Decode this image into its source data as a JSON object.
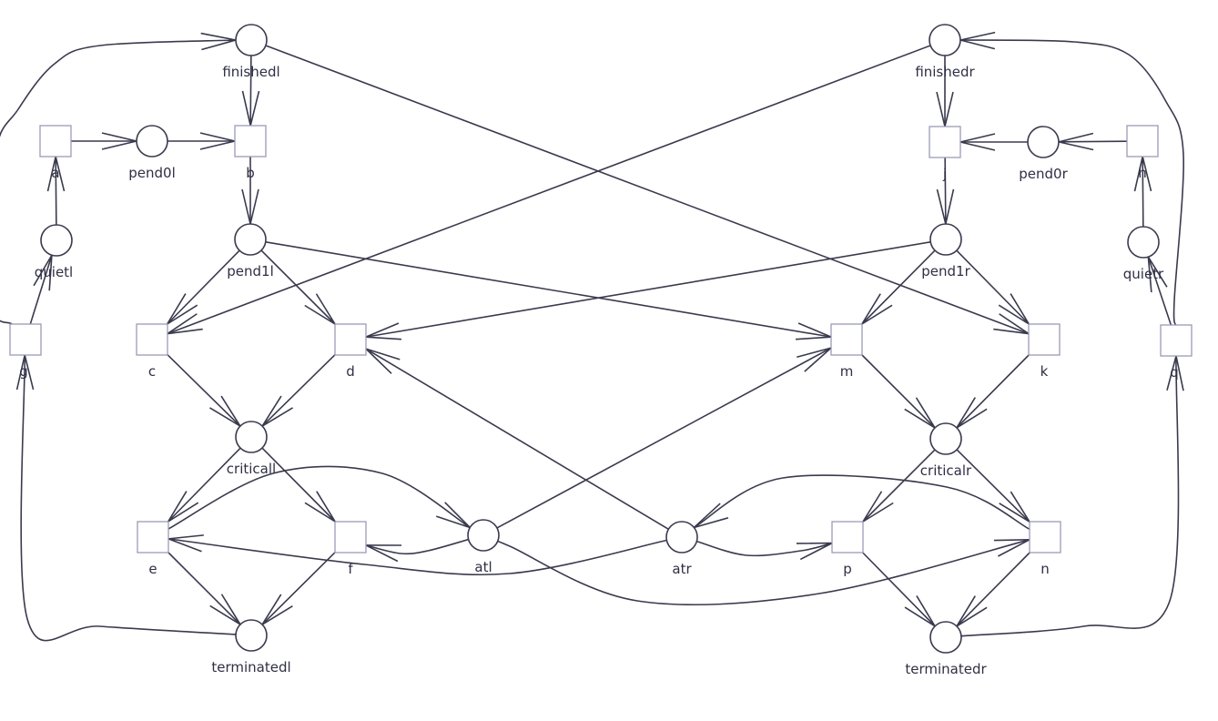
{
  "diagram": {
    "places": [
      {
        "id": "finishedl",
        "label": "finishedl"
      },
      {
        "id": "pend0l",
        "label": "pend0l"
      },
      {
        "id": "quietl",
        "label": "quietl"
      },
      {
        "id": "pend1l",
        "label": "pend1l"
      },
      {
        "id": "criticall",
        "label": "criticall"
      },
      {
        "id": "terminatedl",
        "label": "terminatedl"
      },
      {
        "id": "atl",
        "label": "atl"
      },
      {
        "id": "atr",
        "label": "atr"
      },
      {
        "id": "finishedr",
        "label": "finishedr"
      },
      {
        "id": "pend0r",
        "label": "pend0r"
      },
      {
        "id": "quietr",
        "label": "quietr"
      },
      {
        "id": "pend1r",
        "label": "pend1r"
      },
      {
        "id": "criticalr",
        "label": "criticalr"
      },
      {
        "id": "terminatedr",
        "label": "terminatedr"
      }
    ],
    "transitions": [
      {
        "id": "a",
        "label": "a"
      },
      {
        "id": "b",
        "label": "b"
      },
      {
        "id": "g",
        "label": "g"
      },
      {
        "id": "c",
        "label": "c"
      },
      {
        "id": "d",
        "label": "d"
      },
      {
        "id": "e",
        "label": "e"
      },
      {
        "id": "f",
        "label": "f"
      },
      {
        "id": "m",
        "label": "m"
      },
      {
        "id": "k",
        "label": "k"
      },
      {
        "id": "j",
        "label": "j"
      },
      {
        "id": "h",
        "label": "h"
      },
      {
        "id": "q",
        "label": "q"
      },
      {
        "id": "p",
        "label": "p"
      },
      {
        "id": "n",
        "label": "n"
      }
    ],
    "arcs": [
      {
        "from": "a",
        "to": "pend0l"
      },
      {
        "from": "pend0l",
        "to": "b"
      },
      {
        "from": "finishedl",
        "to": "b"
      },
      {
        "from": "b",
        "to": "pend1l"
      },
      {
        "from": "quietl",
        "to": "a"
      },
      {
        "from": "g",
        "to": "quietl"
      },
      {
        "from": "pend1l",
        "to": "c"
      },
      {
        "from": "pend1l",
        "to": "d"
      },
      {
        "from": "c",
        "to": "criticall"
      },
      {
        "from": "d",
        "to": "criticall"
      },
      {
        "from": "criticall",
        "to": "e"
      },
      {
        "from": "criticall",
        "to": "f"
      },
      {
        "from": "e",
        "to": "terminatedl"
      },
      {
        "from": "f",
        "to": "terminatedl"
      },
      {
        "from": "terminatedl",
        "to": "g"
      },
      {
        "from": "g",
        "to": "finishedl"
      },
      {
        "from": "h",
        "to": "pend0r"
      },
      {
        "from": "pend0r",
        "to": "j"
      },
      {
        "from": "finishedr",
        "to": "j"
      },
      {
        "from": "j",
        "to": "pend1r"
      },
      {
        "from": "quietr",
        "to": "h"
      },
      {
        "from": "q",
        "to": "quietr"
      },
      {
        "from": "pend1r",
        "to": "m"
      },
      {
        "from": "pend1r",
        "to": "k"
      },
      {
        "from": "m",
        "to": "criticalr"
      },
      {
        "from": "k",
        "to": "criticalr"
      },
      {
        "from": "criticalr",
        "to": "p"
      },
      {
        "from": "criticalr",
        "to": "n"
      },
      {
        "from": "p",
        "to": "terminatedr"
      },
      {
        "from": "n",
        "to": "terminatedr"
      },
      {
        "from": "terminatedr",
        "to": "q"
      },
      {
        "from": "q",
        "to": "finishedr"
      },
      {
        "from": "finishedr",
        "to": "c"
      },
      {
        "from": "finishedl",
        "to": "k"
      },
      {
        "from": "pend1r",
        "to": "d"
      },
      {
        "from": "pend1l",
        "to": "m"
      },
      {
        "from": "atl",
        "to": "m"
      },
      {
        "from": "atr",
        "to": "d"
      },
      {
        "from": "atl",
        "to": "f"
      },
      {
        "from": "e",
        "to": "atl"
      },
      {
        "from": "atr",
        "to": "e"
      },
      {
        "from": "atl",
        "to": "n"
      },
      {
        "from": "atr",
        "to": "p"
      },
      {
        "from": "n",
        "to": "atr"
      }
    ]
  }
}
